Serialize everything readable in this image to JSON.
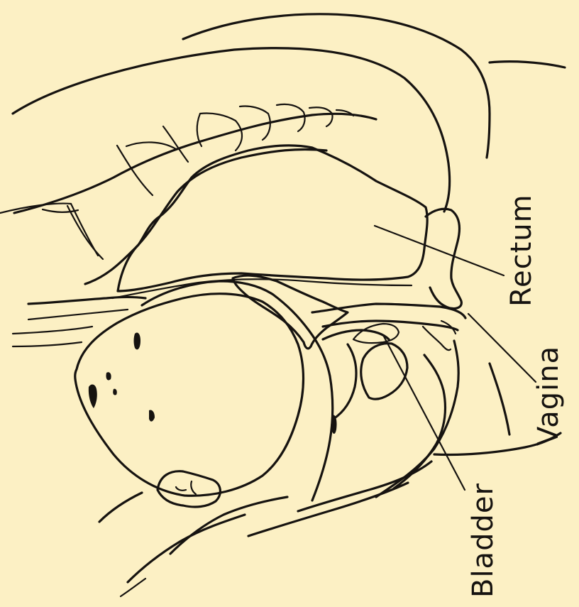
{
  "labels": {
    "rectum": "Rectum",
    "vagina": "Vagina",
    "bladder": "Bladder"
  },
  "colors": {
    "background": "#fcf0c4",
    "ink": "#161310"
  }
}
